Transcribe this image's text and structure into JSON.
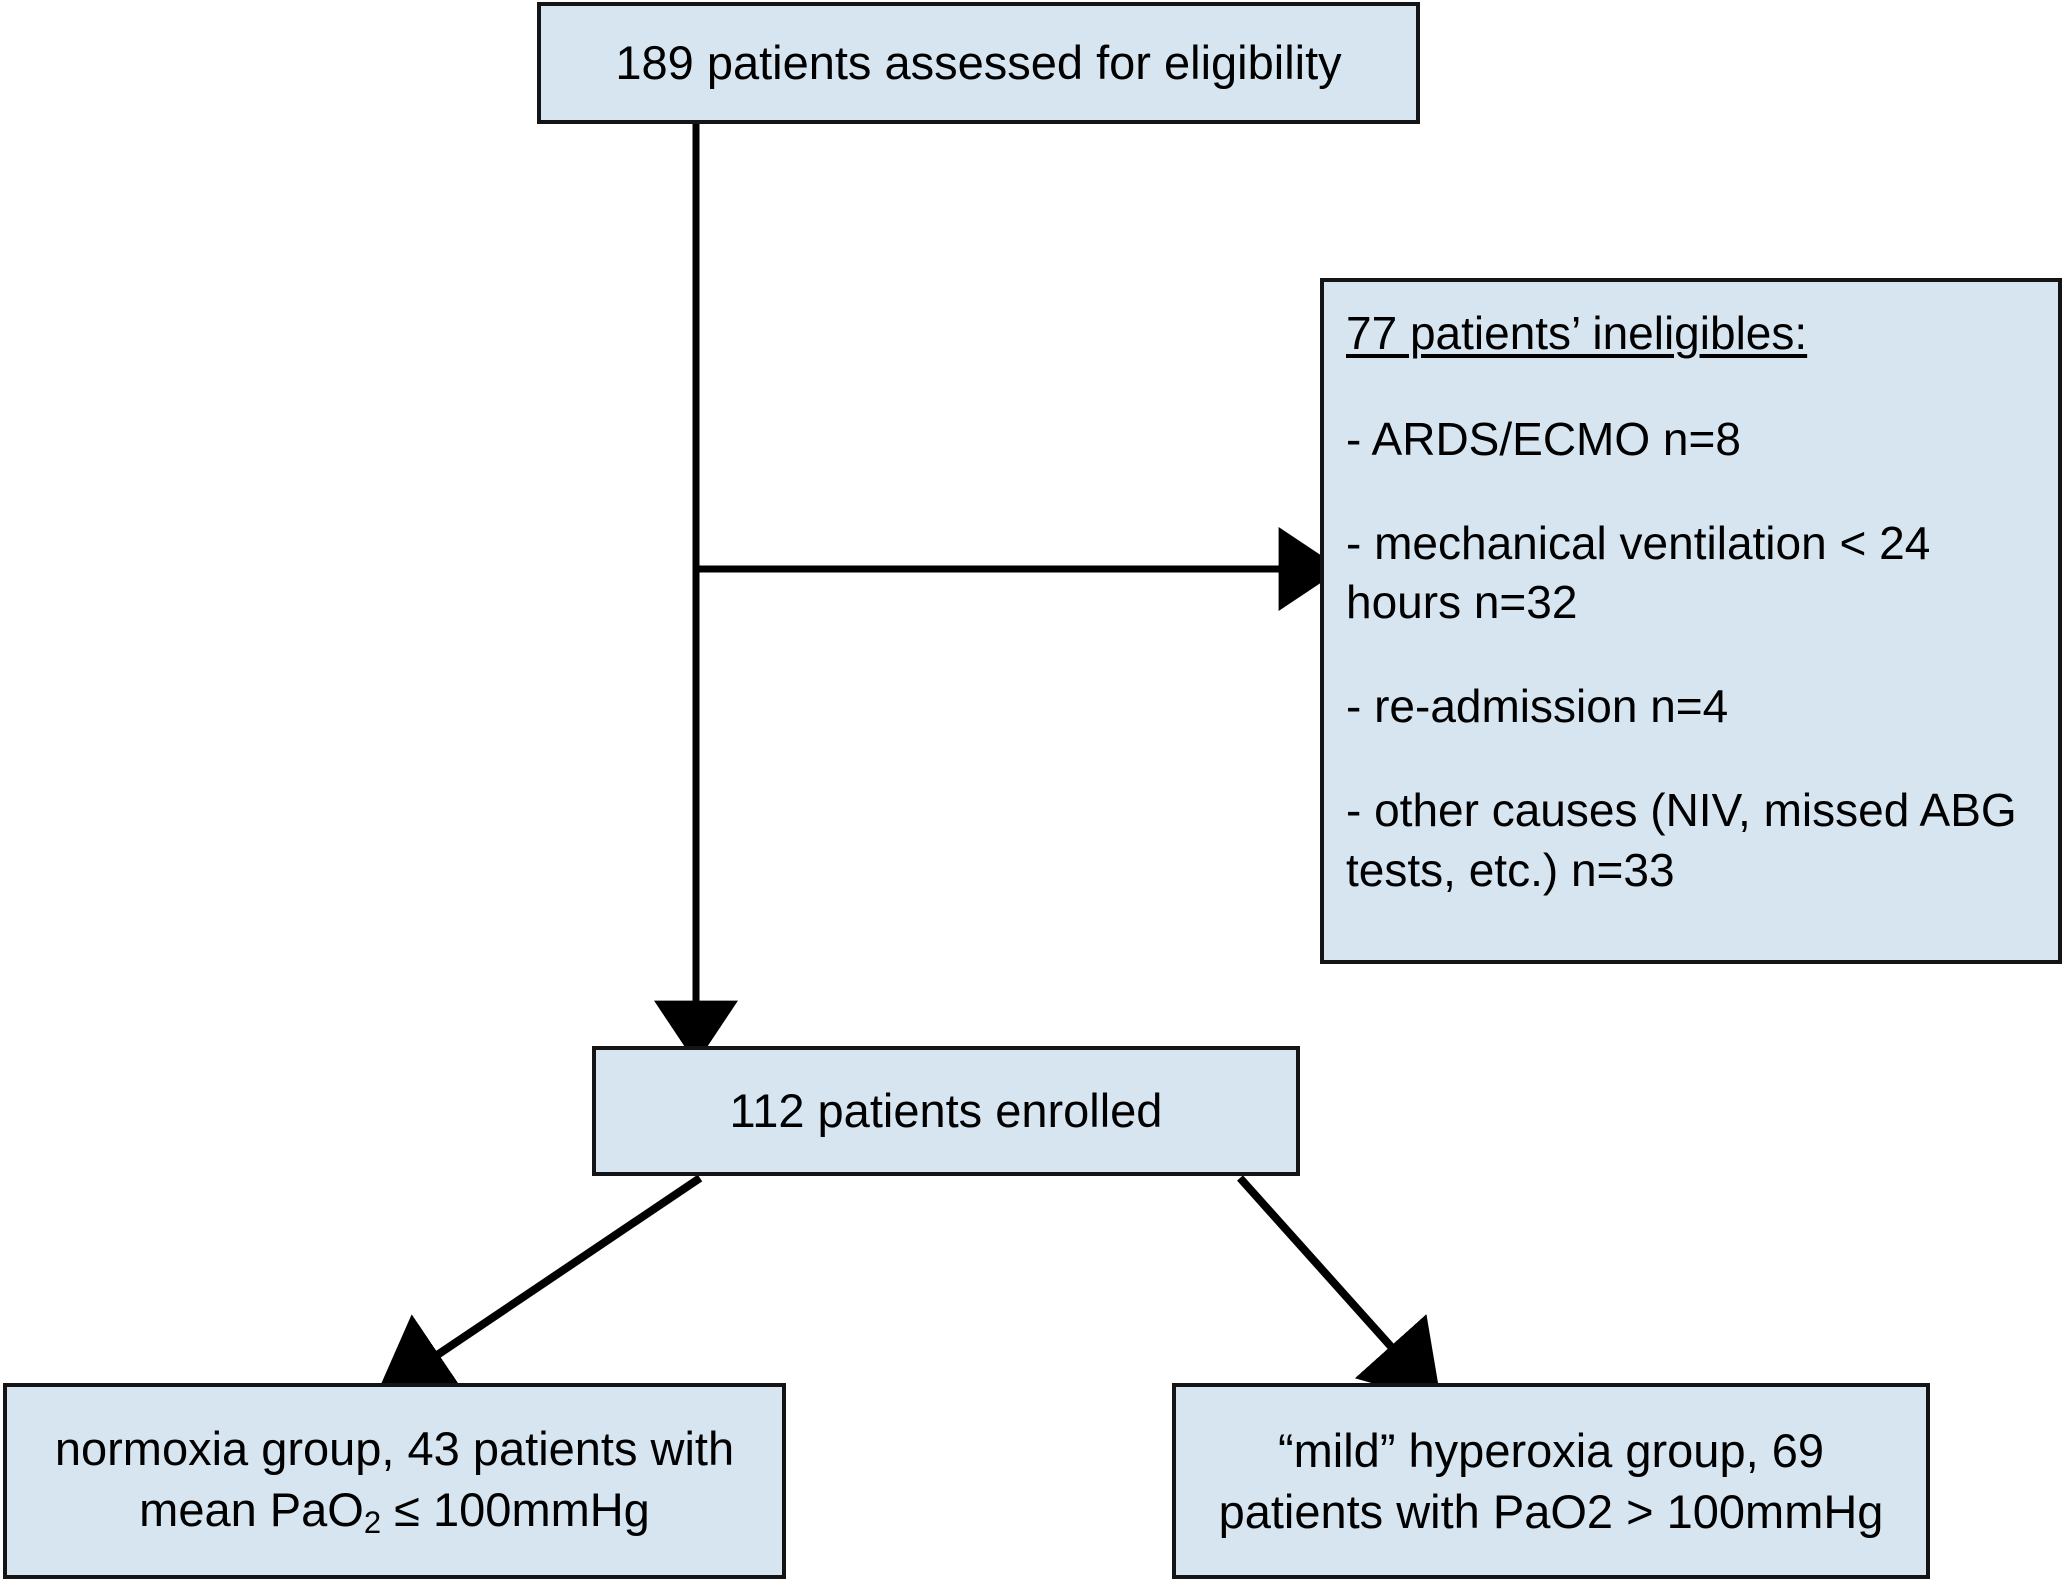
{
  "diagram": {
    "type": "flowchart",
    "title": "Patient enrollment flow diagram",
    "colors": {
      "box_fill": "#d6e5f0",
      "box_border": "#141414",
      "arrow": "#000000",
      "background": "#ffffff",
      "text": "#000000"
    },
    "nodes": {
      "assessed": {
        "label": "189 patients assessed for eligibility",
        "count": 189
      },
      "ineligible": {
        "heading": "77 patients’ ineligibles:",
        "count": 77,
        "reasons": [
          {
            "label": "- ARDS/ECMO n=8",
            "line1": "- ARDS/ECMO n=8",
            "line2": "",
            "n": 8
          },
          {
            "label": "- mechanical ventilation < 24 hours n=32",
            "line1": "- mechanical ventilation < 24",
            "line2": "hours n=32",
            "n": 32
          },
          {
            "label": "- re-admission n=4",
            "line1": "- re-admission n=4",
            "line2": "",
            "n": 4
          },
          {
            "label": "- other causes (NIV, missed ABG tests, etc.) n=33",
            "line1": "- other causes (NIV, missed ABG",
            "line2": "tests, etc.) n=33",
            "n": 33
          }
        ]
      },
      "enrolled": {
        "label": "112 patients enrolled",
        "count": 112
      },
      "normoxia": {
        "line1": "normoxia group, 43 patients with",
        "line2_prefix": "mean PaO",
        "line2_sub": "2",
        "line2_suffix": " ≤ 100mmHg",
        "count": 43,
        "threshold": "≤ 100mmHg"
      },
      "hyperoxia": {
        "line1": "“mild” hyperoxia group, 69",
        "line2": "patients with PaO2 > 100mmHg",
        "count": 69,
        "threshold": "> 100mmHg"
      }
    },
    "edges": [
      {
        "from": "assessed",
        "to": "enrolled",
        "style": "vertical-arrow"
      },
      {
        "from": "assessed",
        "to": "ineligible",
        "style": "horizontal-arrow"
      },
      {
        "from": "enrolled",
        "to": "normoxia",
        "style": "diagonal-arrow-left"
      },
      {
        "from": "enrolled",
        "to": "hyperoxia",
        "style": "diagonal-arrow-right"
      }
    ]
  }
}
